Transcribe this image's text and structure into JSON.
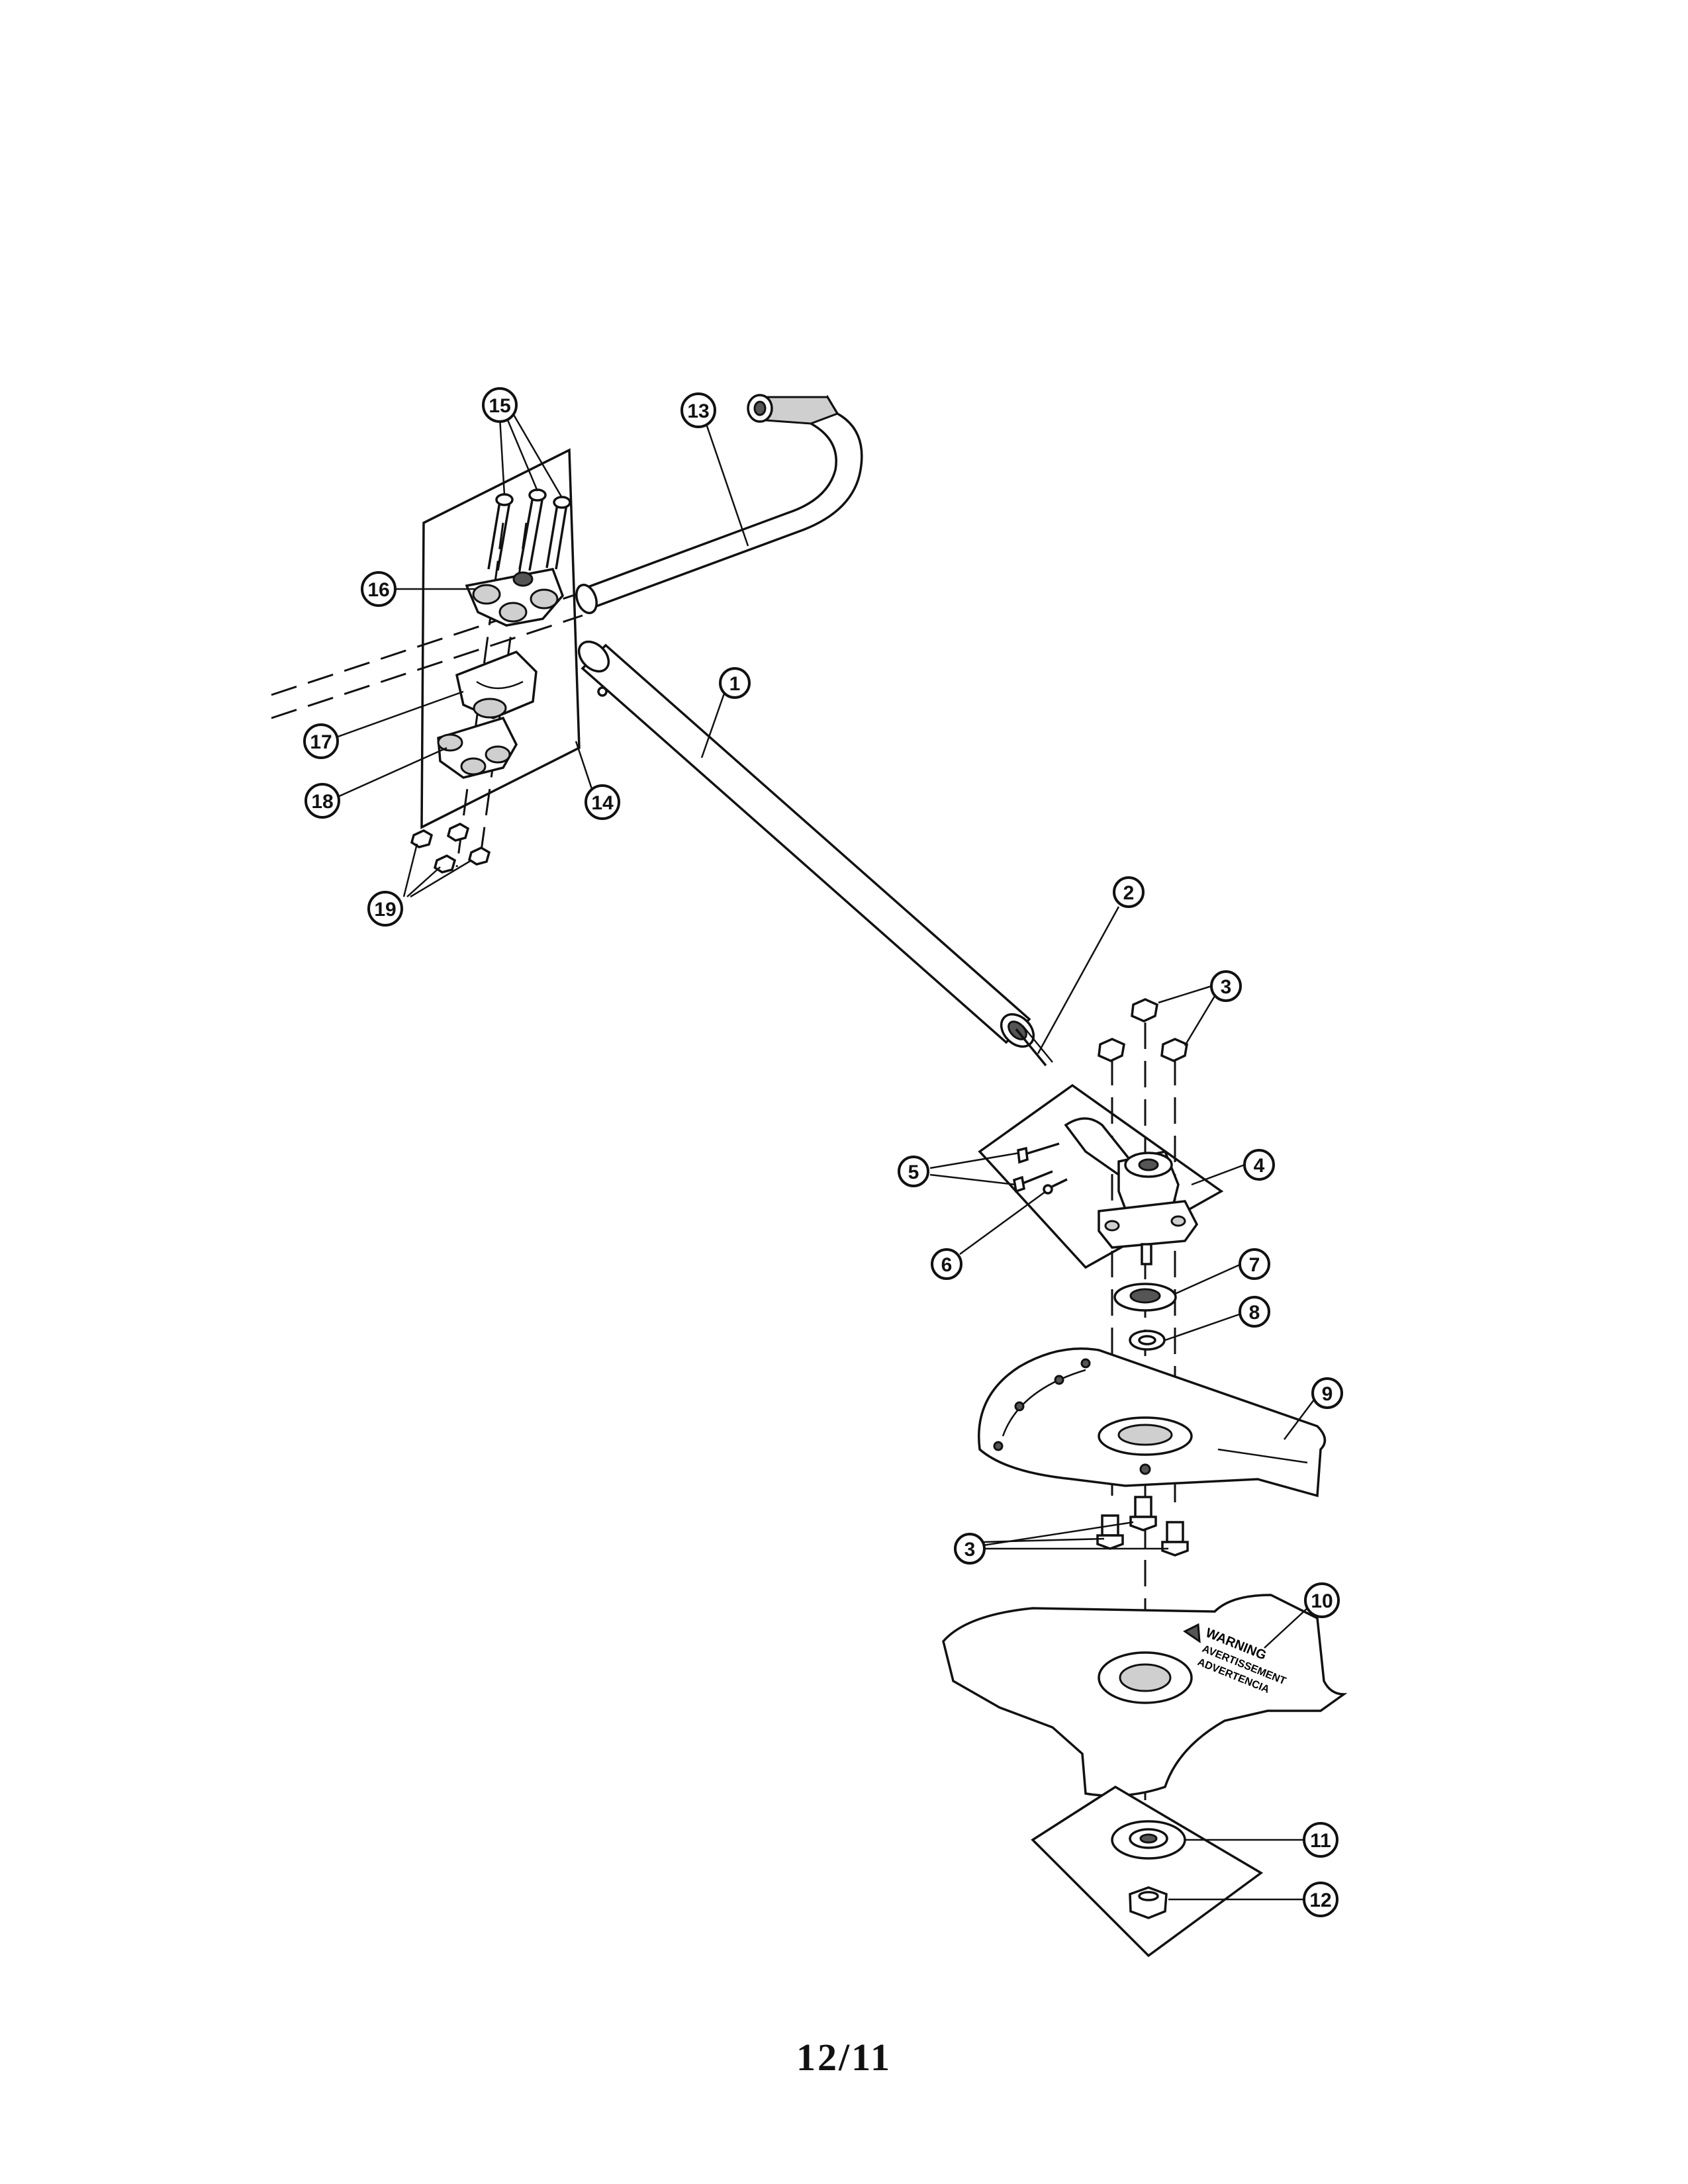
{
  "page": {
    "number": "12/11"
  },
  "callouts": {
    "c1": "1",
    "c2": "2",
    "c3a": "3",
    "c3b": "3",
    "c4": "4",
    "c5": "5",
    "c6": "6",
    "c7": "7",
    "c8": "8",
    "c9": "9",
    "c10": "10",
    "c11": "11",
    "c12": "12",
    "c13": "13",
    "c14": "14",
    "c15": "15",
    "c16": "16",
    "c17": "17",
    "c18": "18",
    "c19": "19"
  },
  "blade_label": {
    "line1": "WARNING",
    "line2": "AVERTISSEMENT",
    "line3": "ADVERTENCIA"
  }
}
